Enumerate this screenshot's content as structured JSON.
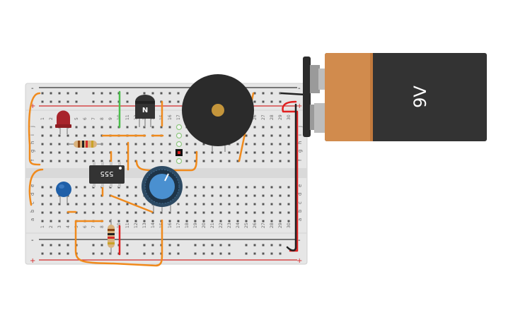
{
  "board": {
    "top_rows_labels": [
      "j",
      "i",
      "h",
      "g",
      "f"
    ],
    "bottom_rows_labels": [
      "e",
      "d",
      "c",
      "b",
      "a"
    ],
    "columns": [
      "1",
      "2",
      "3",
      "4",
      "5",
      "6",
      "7",
      "8",
      "9",
      "10",
      "11",
      "12",
      "13",
      "14",
      "15",
      "16",
      "17",
      "18",
      "19",
      "20",
      "21",
      "22",
      "23",
      "24",
      "25",
      "26",
      "27",
      "28",
      "29",
      "30"
    ],
    "rail_minus": "-",
    "rail_plus": "+"
  },
  "components": {
    "battery_label": "9V",
    "chip_label": "555",
    "transistor_label": "N"
  },
  "colors": {
    "board": "#e6e6e6",
    "rail_red": "#d42b2b",
    "rail_dark": "#333333",
    "wire_orange": "#f08a1c",
    "wire_red": "#e02020",
    "wire_black": "#222222",
    "wire_green": "#4cbf4c",
    "battery_copper": "#d18b4d",
    "battery_body": "#333333",
    "led_red": "#a8242b",
    "cap_blue": "#1f5fa8",
    "pot_blue": "#4a90d0"
  }
}
